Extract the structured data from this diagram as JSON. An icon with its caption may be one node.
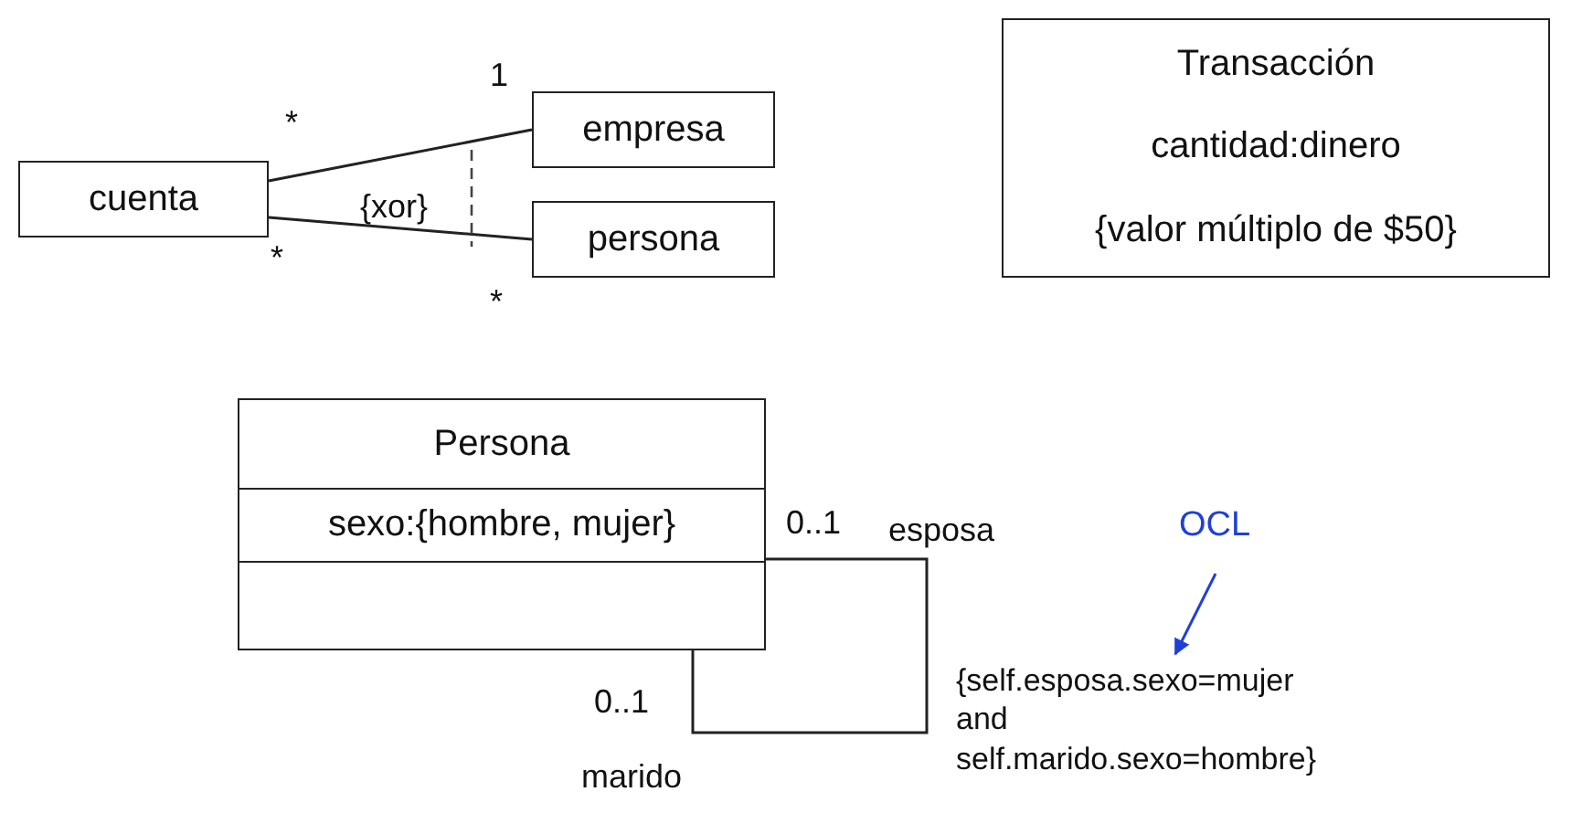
{
  "diagram": {
    "nodes": [
      {
        "text": [
          "cuenta"
        ]
      },
      {
        "text": [
          "empresa"
        ]
      },
      {
        "text": [
          "persona"
        ]
      },
      {
        "text": [
          "Transacción",
          "cantidad:dinero",
          "{valor múltiplo de $50}"
        ]
      },
      {
        "text": [
          "Persona",
          "sexo:{hombre, mujer}"
        ]
      },
      {
        "text": [
          "OCL"
        ]
      },
      {
        "text": [
          "{self.esposa.sexo=mujer and self.marido.sexo=hombre}"
        ]
      }
    ],
    "edges": [
      {
        "from": 0,
        "to": 1,
        "arrow": "none"
      },
      {
        "from": 0,
        "to": 2,
        "arrow": "none"
      },
      {
        "from": 4,
        "to": 4,
        "arrow": "none"
      },
      {
        "from": 5,
        "to": 6,
        "arrow": "to",
        "color": "#1f3fd8"
      }
    ],
    "labels": [
      "*",
      "1",
      "{xor}",
      "*",
      "*",
      "0..1",
      "esposa",
      "0..1",
      "marido"
    ]
  }
}
